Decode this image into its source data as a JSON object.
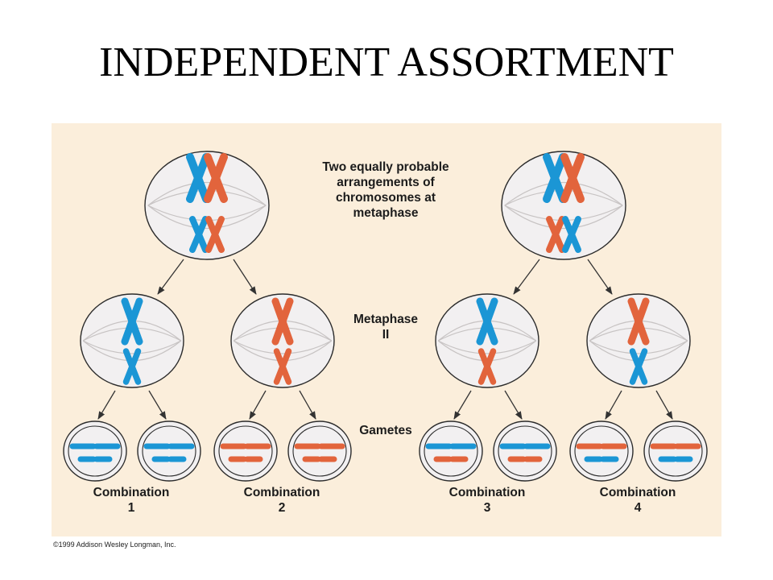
{
  "title": "INDEPENDENT ASSORTMENT",
  "labels": {
    "metaphase_arrangements": "Two equally probable\narrangements of\nchromosomes at\nmetaphase",
    "metaphase_ii": "Metaphase\nII",
    "gametes": "Gametes"
  },
  "combinations": [
    {
      "label": "Combination\n1"
    },
    {
      "label": "Combination\n2"
    },
    {
      "label": "Combination\n3"
    },
    {
      "label": "Combination\n4"
    }
  ],
  "copyright": "©1999 Addison Wesley Longman, Inc.",
  "colors": {
    "panel": "#fbeedb",
    "cell_fill": "#f2f0f1",
    "blue": "#1b96d5",
    "orange": "#e2643c"
  }
}
